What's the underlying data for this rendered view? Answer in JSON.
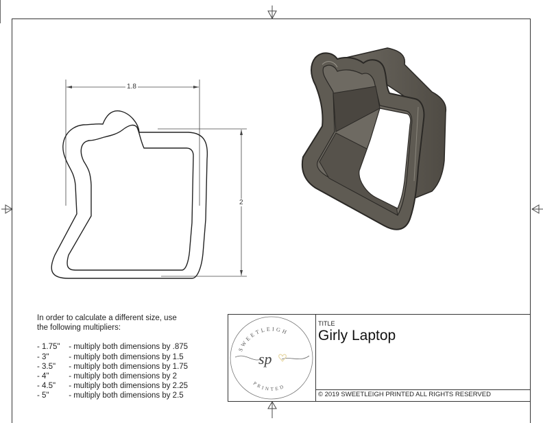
{
  "drawing": {
    "title_label": "TITLE",
    "title": "Girly Laptop",
    "copyright": "© 2019  SWEETLEIGH PRINTED  ALL RIGHTS RESERVED",
    "logo": {
      "top_text": "SWEETLEIGH",
      "monogram": "sp",
      "bottom_text": "PRINTED"
    },
    "dimensions": {
      "width": "1.8",
      "height": "2"
    }
  },
  "notes": {
    "intro_line1": "In order to calculate a different size, use",
    "intro_line2": "the following multipliers:",
    "multipliers": [
      {
        "size": "- 1.75\"",
        "text": "- multiply both dimensions by .875"
      },
      {
        "size": "- 3\"",
        "text": "- multiply both dimensions by 1.5"
      },
      {
        "size": "- 3.5\"",
        "text": "- multiply both dimensions by 1.75"
      },
      {
        "size": "- 4\"",
        "text": "- multiply both dimensions by 2"
      },
      {
        "size": "- 4.5\"",
        "text": "- multiply both dimensions by 2.25"
      },
      {
        "size": "- 5\"",
        "text": "- multiply both dimensions by 2.5"
      }
    ]
  },
  "colors": {
    "line": "#333333",
    "model_body": "#5f5b53",
    "model_dark": "#3d3a35",
    "model_light": "#7a766d",
    "logo_accent": "#e8d9a8"
  }
}
